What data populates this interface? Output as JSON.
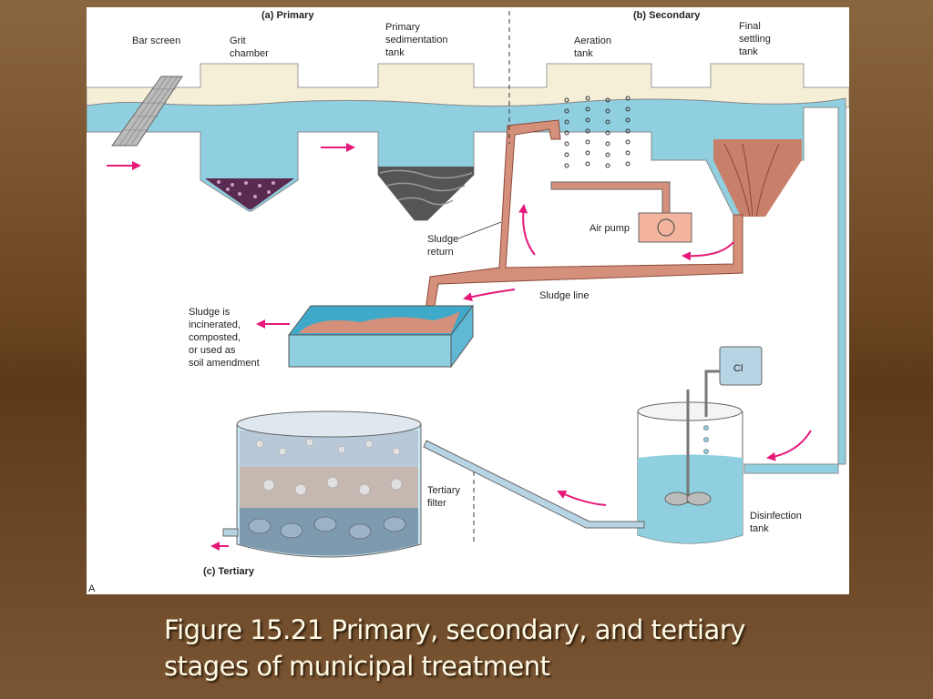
{
  "figure": {
    "stages": {
      "primary": "(a) Primary",
      "secondary": "(b) Secondary",
      "tertiary": "(c) Tertiary"
    },
    "labels": {
      "bar_screen": "Bar screen",
      "grit_chamber": [
        "Grit",
        "chamber"
      ],
      "primary_sedimentation": [
        "Primary",
        "sedimentation",
        "tank"
      ],
      "aeration_tank": [
        "Aeration",
        "tank"
      ],
      "final_settling": [
        "Final",
        "settling",
        "tank"
      ],
      "air_pump": "Air pump",
      "sludge_return": [
        "Sludge",
        "return"
      ],
      "sludge_line": "Sludge line",
      "sludge_fate": [
        "Sludge is",
        "incinerated,",
        "composted,",
        "or used as",
        "soil amendment"
      ],
      "chlorine": "Cl",
      "tertiary_filter": [
        "Tertiary",
        "filter"
      ],
      "disinfection_tank": [
        "Disinfection",
        "tank"
      ],
      "panel": "A"
    },
    "colors": {
      "water": "#8fcfe0",
      "sludge": "#d4907a",
      "arrow": "#e6187a",
      "tank_top": "#f6efd8"
    }
  },
  "caption": {
    "line1": "Figure 15.21  Primary, secondary, and tertiary",
    "line2": "stages of municipal treatment"
  }
}
